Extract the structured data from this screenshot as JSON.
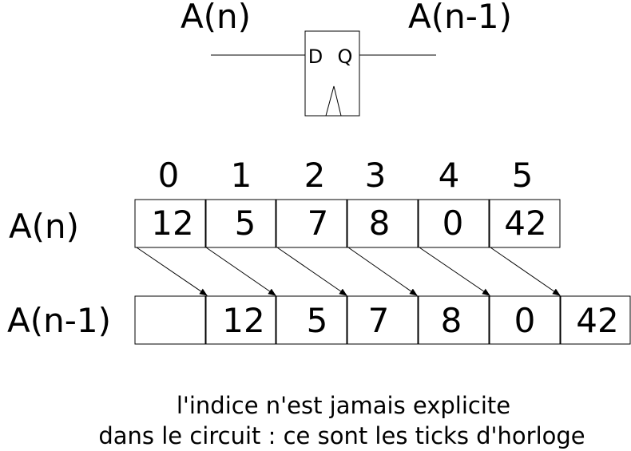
{
  "flipflop": {
    "input_label": "A(n)",
    "output_label": "A(n-1)",
    "d_pin": "D",
    "q_pin": "Q"
  },
  "indices": [
    "0",
    "1",
    "2",
    "3",
    "4",
    "5"
  ],
  "row_an": {
    "label": "A(n)",
    "values": [
      "12",
      "5",
      "7",
      "8",
      "0",
      "42"
    ]
  },
  "row_an1": {
    "label": "A(n-1)",
    "values": [
      "",
      "12",
      "5",
      "7",
      "8",
      "0",
      "42"
    ]
  },
  "caption": {
    "line1": "l'indice n'est jamais explicite",
    "line2": "dans le circuit : ce sont les ticks d'horloge"
  },
  "colors": {
    "line": "#000000",
    "background": "#ffffff"
  }
}
